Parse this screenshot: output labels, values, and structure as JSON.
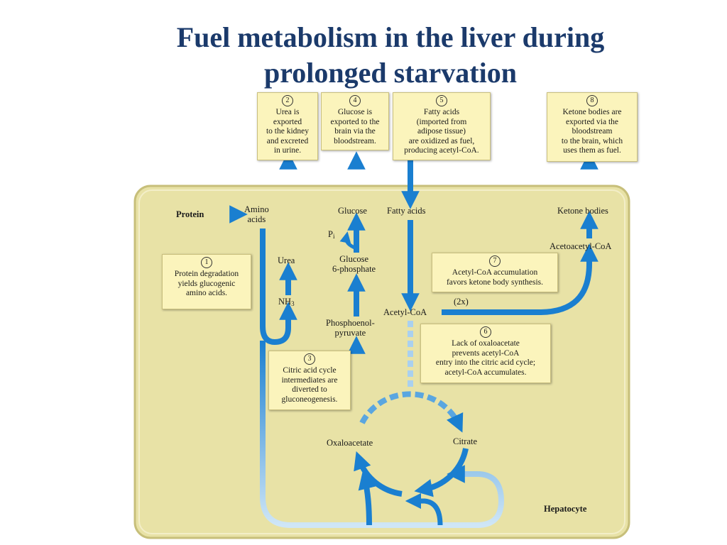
{
  "title": {
    "line1": "Fuel metabolism in the liver during",
    "line2": "prolonged starvation"
  },
  "cell_label": "Hepatocyte",
  "molecules": {
    "protein": "Protein",
    "amino_acids_1": "Amino",
    "amino_acids_2": "acids",
    "urea": "Urea",
    "nh3_main": "NH",
    "nh3_sub": "3",
    "glucose": "Glucose",
    "pi_main": "P",
    "pi_sub": "i",
    "glucose6p_1": "Glucose",
    "glucose6p_2": "6-phosphate",
    "pep_1": "Phosphoenol-",
    "pep_2": "pyruvate",
    "fatty_acids": "Fatty acids",
    "acetyl_coa": "Acetyl-CoA",
    "two_x": "(2x)",
    "acetoacetyl_coa": "Acetoacetyl-CoA",
    "ketone_bodies": "Ketone bodies",
    "oxaloacetate": "Oxaloacetate",
    "citrate": "Citrate"
  },
  "notes": [
    {
      "num": "1",
      "lines": [
        "Protein degradation",
        "yields glucogenic",
        "amino acids."
      ]
    },
    {
      "num": "2",
      "lines": [
        "Urea is",
        "exported",
        "to the kidney",
        "and excreted",
        "in urine."
      ]
    },
    {
      "num": "3",
      "lines": [
        "Citric acid cycle",
        "intermediates are",
        "diverted to",
        "gluconeogenesis."
      ]
    },
    {
      "num": "4",
      "lines": [
        "Glucose is",
        "exported to the",
        "brain via the",
        "bloodstream."
      ]
    },
    {
      "num": "5",
      "lines": [
        "Fatty acids",
        "(imported from",
        "adipose tissue)",
        "are oxidized as fuel,",
        "producing acetyl-CoA."
      ]
    },
    {
      "num": "6",
      "lines": [
        "Lack of oxaloacetate",
        "prevents acetyl-CoA",
        "entry into the citric acid cycle;",
        "acetyl-CoA accumulates."
      ]
    },
    {
      "num": "7",
      "lines": [
        "Acetyl-CoA accumulation",
        "favors ketone body synthesis."
      ]
    },
    {
      "num": "8",
      "lines": [
        "Ketone bodies are",
        "exported via the",
        "bloodstream",
        "to the brain, which",
        "uses them as fuel."
      ]
    }
  ],
  "colors": {
    "title": "#1b3a6b",
    "cell_fill": "#e8e2a6",
    "cell_border": "#c7bf7a",
    "arrow": "#1a7fd0",
    "note_fill": "#fbf4bc"
  }
}
